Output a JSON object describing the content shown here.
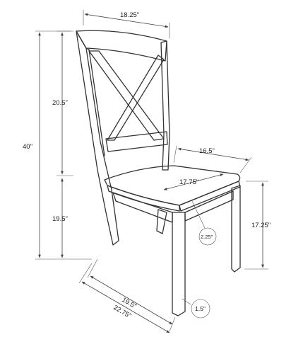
{
  "dimensions": {
    "top_width": "18.25\"",
    "back_height": "20.5\"",
    "total_height": "40\"",
    "seat_height": "19.5\"",
    "seat_depth": "16.5\"",
    "seat_inner_width": "17.75\"",
    "leg_thickness": "2.25\"",
    "apron_height": "17.25\"",
    "base_width": "19.5\"",
    "base_depth": "22.75\"",
    "leg_width": "1.5\""
  },
  "colors": {
    "line": "#333333",
    "background": "#ffffff"
  }
}
